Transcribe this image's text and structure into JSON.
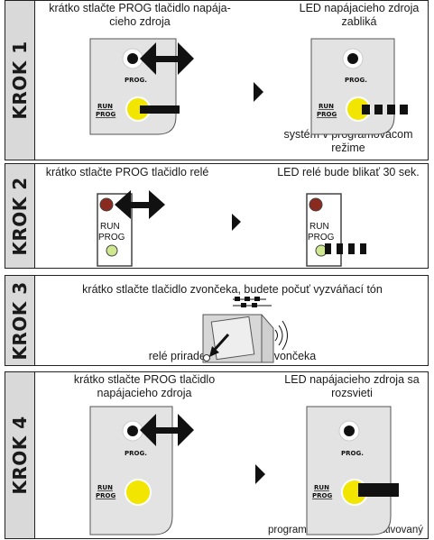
{
  "steps": [
    {
      "label": "KROK 1",
      "left_text": [
        "krátko stlačte PROG tlačidlo napája-",
        "cieho zdroja"
      ],
      "right_text": [
        "LED napájacieho zdroja",
        "zabliká"
      ],
      "bottom_text": [
        "systém v programovacom",
        "režime"
      ],
      "prog_label": "PROG.",
      "run_label": "RUN",
      "prog2_label": "PROG"
    },
    {
      "label": "KROK 2",
      "left_text": [
        "krátko stlačte PROG tlačidlo relé"
      ],
      "right_text": [
        "LED relé bude blikať 30 sek."
      ],
      "run_label": "RUN",
      "prog_label": "PROG"
    },
    {
      "label": "KROK 3",
      "top_text": [
        "krátko stlačte tlačidlo zvončeka, budete počuť vyzváňací tón"
      ],
      "bottom_text": [
        "relé priradené k tlačidlu zvončeka"
      ]
    },
    {
      "label": "KROK 4",
      "left_text": [
        "krátko stlačte PROG tlačidlo",
        "napájacieho zdroja"
      ],
      "right_text": [
        "LED napájacieho zdroja sa",
        "rozsvieti"
      ],
      "bottom_text": [
        "programovací režim deaktivovaný"
      ],
      "prog_label": "PROG.",
      "run_label": "RUN",
      "prog2_label": "PROG"
    }
  ],
  "colors": {
    "led_yellow": "#f2e600",
    "led_red": "#8b2a1e",
    "led_green": "#cfe890",
    "panel": "#e3e3e3",
    "label_bg": "#d9d9d9"
  }
}
